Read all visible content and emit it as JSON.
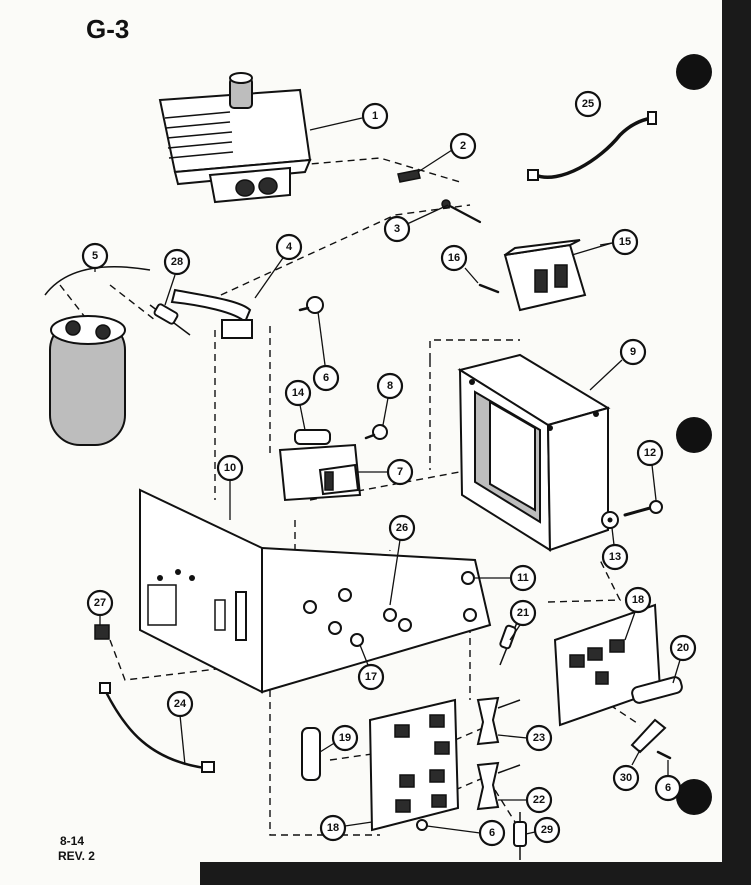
{
  "header": {
    "title": "G-3"
  },
  "footer": {
    "line1": "8-14",
    "line2": "REV. 2"
  },
  "callouts": [
    "1",
    "2",
    "3",
    "4",
    "5",
    "6",
    "7",
    "8",
    "9",
    "10",
    "11",
    "12",
    "13",
    "14",
    "15",
    "16",
    "17",
    "18",
    "19",
    "20",
    "21",
    "22",
    "23",
    "24",
    "25",
    "26",
    "27",
    "28",
    "29",
    "30"
  ],
  "labels": {
    "c1": "1",
    "c2": "2",
    "c3": "3",
    "c4": "4",
    "c5": "5",
    "c6a": "6",
    "c6b": "6",
    "c6c": "6",
    "c7": "7",
    "c8": "8",
    "c9": "9",
    "c10": "10",
    "c11": "11",
    "c12": "12",
    "c13": "13",
    "c14": "14",
    "c15": "15",
    "c16": "16",
    "c17": "17",
    "c18a": "18",
    "c18b": "18",
    "c19": "19",
    "c20": "20",
    "c21": "21",
    "c22": "22",
    "c23": "23",
    "c24": "24",
    "c25": "25",
    "c26": "26",
    "c27": "27",
    "c28": "28",
    "c29": "29",
    "c30": "30"
  }
}
